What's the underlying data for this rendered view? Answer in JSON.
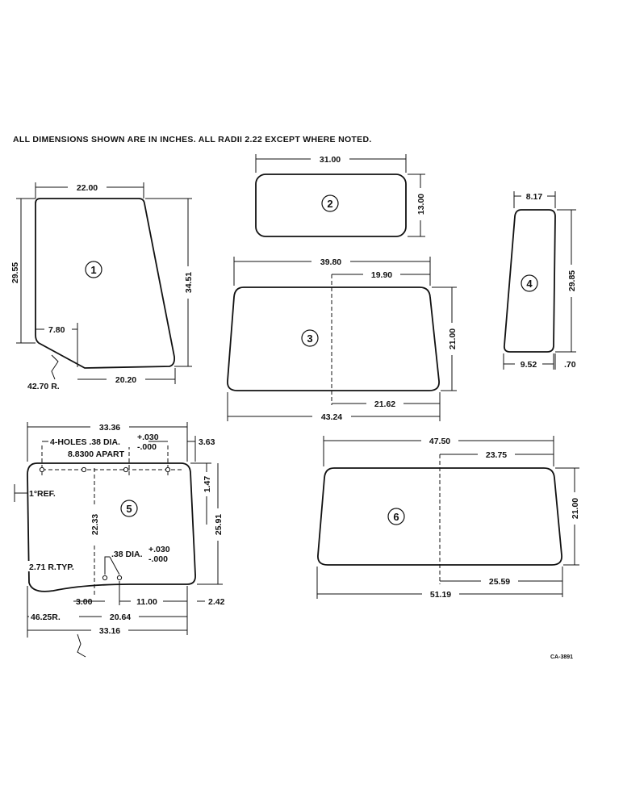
{
  "header": {
    "note": "ALL DIMENSIONS SHOWN ARE IN INCHES.  ALL RADII 2.22 EXCEPT WHERE NOTED."
  },
  "figure_code": "CA-3891",
  "parts": {
    "p1": {
      "number": "1",
      "width_top": "22.00",
      "height_left": "29.55",
      "height_right": "34.51",
      "corner_offset": "7.80",
      "bottom": "20.20",
      "radius": "42.70 R."
    },
    "p2": {
      "number": "2",
      "width": "31.00",
      "height": "13.00"
    },
    "p3": {
      "number": "3",
      "width_top": "39.80",
      "half_top": "19.90",
      "height": "21.00",
      "half_bottom": "21.62",
      "width_bottom": "43.24"
    },
    "p4": {
      "number": "4",
      "width_top": "8.17",
      "height": "29.85",
      "bottom": "9.52",
      "offset": ".70"
    },
    "p5": {
      "number": "5",
      "width_top": "33.36",
      "holes": "4-HOLES .38 DIA.",
      "tol_plus": "+.030",
      "tol_minus": "-.000",
      "apart": "8.8300 APART",
      "right_offset": "3.63",
      "ref": "1°REF.",
      "hole_drop": "1.47",
      "height_inner": "22.33",
      "height": "25.91",
      "hole_dia": ".38 DIA.",
      "hole_tol_plus": "+.030",
      "hole_tol_minus": "-.000",
      "corner_radius": "2.71 R.TYP.",
      "dim_a": "3.00",
      "dim_b": "11.00",
      "dim_c": "2.42",
      "bottom_radius": "46.25R.",
      "dim_d": "20.64",
      "width_bottom": "33.16"
    },
    "p6": {
      "number": "6",
      "width_top": "47.50",
      "half_top": "23.75",
      "height": "21.00",
      "half_bottom": "25.59",
      "width_bottom": "51.19"
    }
  }
}
